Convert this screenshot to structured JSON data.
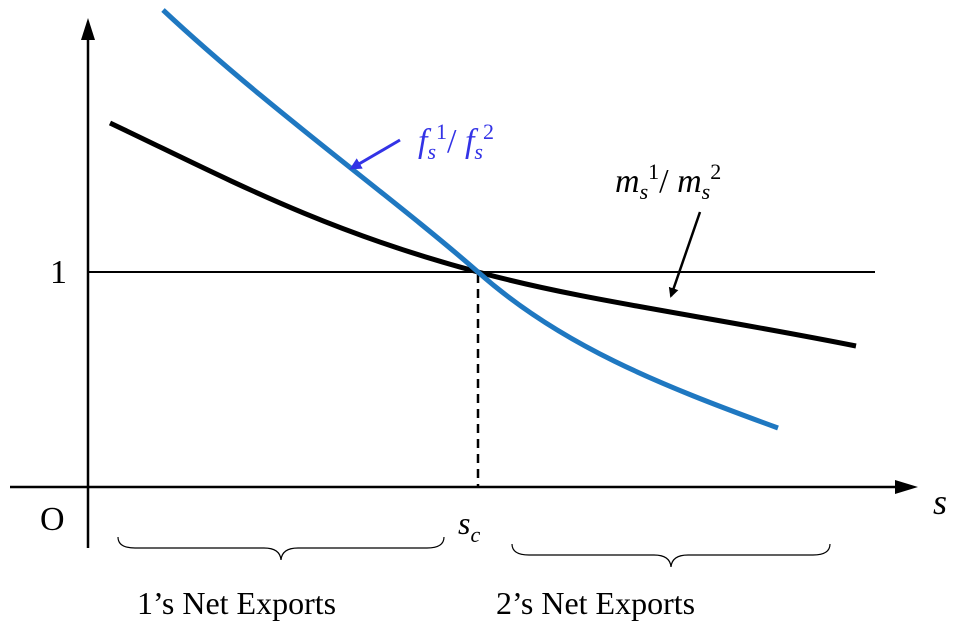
{
  "diagram": {
    "origin_label": "O",
    "y_tick_label": "1",
    "x_axis": {
      "symbol": "s"
    },
    "crossing_point": {
      "symbol": "s",
      "subscript": "c"
    },
    "curves": [
      {
        "id": "blue",
        "color": "#1f78c1",
        "label_color": "#3333e6",
        "label": {
          "t1": "f",
          "s1": "s",
          "p1": "1",
          "sep": "/ ",
          "t2": "f",
          "s2": "s",
          "p2": "2"
        }
      },
      {
        "id": "black",
        "color": "#000000",
        "label_color": "#000000",
        "label": {
          "t1": "m",
          "s1": "s",
          "p1": "1",
          "sep": "/ ",
          "t2": "m",
          "s2": "s",
          "p2": "2"
        }
      }
    ],
    "regions": [
      {
        "label": "1’s Net Exports"
      },
      {
        "label": "2’s Net Exports"
      }
    ]
  }
}
